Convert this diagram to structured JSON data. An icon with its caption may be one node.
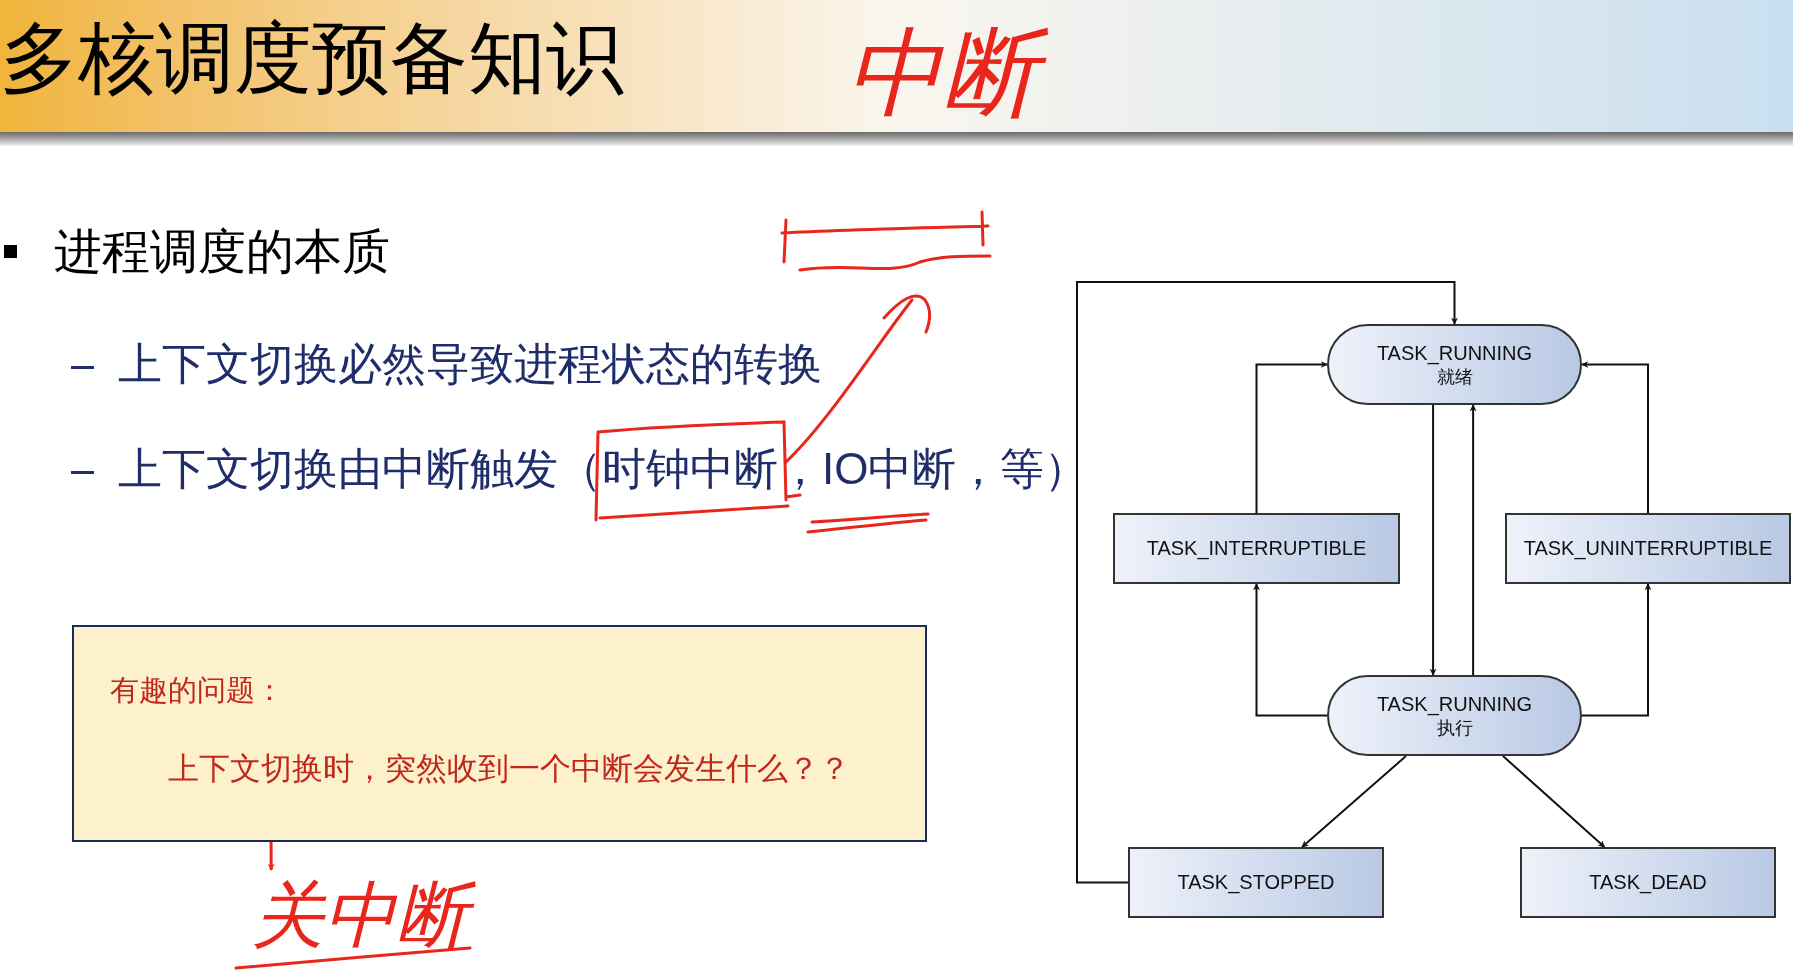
{
  "diagram": {
    "title": "多核调度预备知识",
    "nodes": [
      {
        "text": [
          "TASK_RUNNING",
          "就绪"
        ]
      },
      {
        "text": [
          "TASK_INTERRUPTIBLE"
        ]
      },
      {
        "text": [
          "TASK_UNINTERRUPTIBLE"
        ]
      },
      {
        "text": [
          "TASK_RUNNING",
          "执行"
        ]
      },
      {
        "text": [
          "TASK_STOPPED"
        ]
      },
      {
        "text": [
          "TASK_DEAD"
        ]
      },
      {
        "text": [
          "有趣的问题："
        ]
      },
      {
        "text": [
          "上下文切换时，突然收到一个中断会发生什么？？"
        ],
        "in": 6
      },
      {
        "text": [
          "关中断"
        ]
      }
    ],
    "edges": [
      {
        "from": 0,
        "to": 3,
        "arrow": "to"
      },
      {
        "from": 3,
        "to": 0,
        "arrow": "to"
      },
      {
        "from": 1,
        "to": 0,
        "arrow": "to"
      },
      {
        "from": 2,
        "to": 0,
        "arrow": "to"
      },
      {
        "from": 3,
        "to": 1,
        "arrow": "to"
      },
      {
        "from": 3,
        "to": 2,
        "arrow": "to"
      },
      {
        "from": 3,
        "to": 4,
        "arrow": "to"
      },
      {
        "from": 3,
        "to": 5,
        "arrow": "to"
      },
      {
        "from": 4,
        "to": 0,
        "arrow": "to"
      },
      {
        "from": 7,
        "to": 8,
        "arrow": "to",
        "color": "#e8261c"
      }
    ],
    "labels": [
      "中断",
      "进程调度的本质",
      "上下文切换必然导致进程状态的转换",
      "上下文切换由中断触发（时钟中断，IO中断，等）"
    ]
  }
}
